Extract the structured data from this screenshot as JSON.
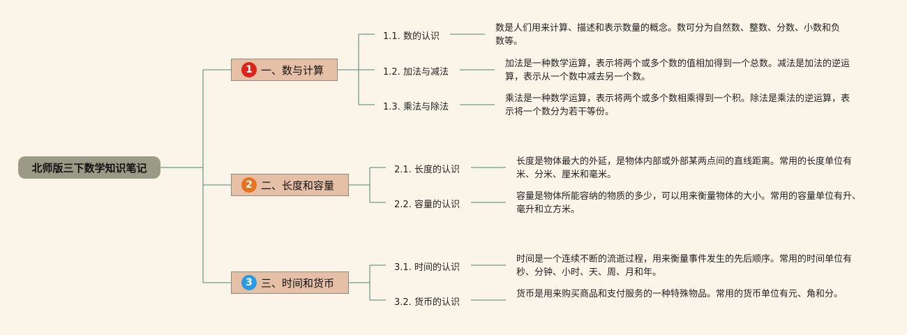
{
  "root": {
    "label": "北师版三下数学知识笔记"
  },
  "branches": [
    {
      "badge": "1",
      "badge_color": "#d9251b",
      "label": "一、数与计算",
      "items": [
        {
          "label": "1.1. 数的认识",
          "desc": "数是人们用来计算、描述和表示数量的概念。数可分为自然数、整数、分数、小数和负数等。"
        },
        {
          "label": "1.2. 加法与减法",
          "desc": "加法是一种数学运算，表示将两个或多个数的值相加得到一个总数。减法是加法的逆运算，表示从一个数中减去另一个数。"
        },
        {
          "label": "1.3. 乘法与除法",
          "desc": "乘法是一种数学运算，表示将两个或多个数相乘得到一个积。除法是乘法的逆运算，表示将一个数分为若干等份。"
        }
      ]
    },
    {
      "badge": "2",
      "badge_color": "#e8731e",
      "label": "二、长度和容量",
      "items": [
        {
          "label": "2.1. 长度的认识",
          "desc": "长度是物体最大的外延，是物体内部或外部某两点间的直线距离。常用的长度单位有米、分米、厘米和毫米。"
        },
        {
          "label": "2.2. 容量的认识",
          "desc": "容量是物体所能容纳的物质的多少，可以用来衡量物体的大小。常用的容量单位有升、毫升和立方米。"
        }
      ]
    },
    {
      "badge": "3",
      "badge_color": "#2a9be0",
      "label": "三、时间和货币",
      "items": [
        {
          "label": "3.1. 时间的认识",
          "desc": "时间是一个连续不断的流逝过程，用来衡量事件发生的先后顺序。常用的时间单位有秒、分钟、小时、天、周、月和年。"
        },
        {
          "label": "3.2. 货币的认识",
          "desc": "货币是用来购买商品和支付服务的一种特殊物品。常用的货币单位有元、角和分。"
        }
      ]
    }
  ]
}
